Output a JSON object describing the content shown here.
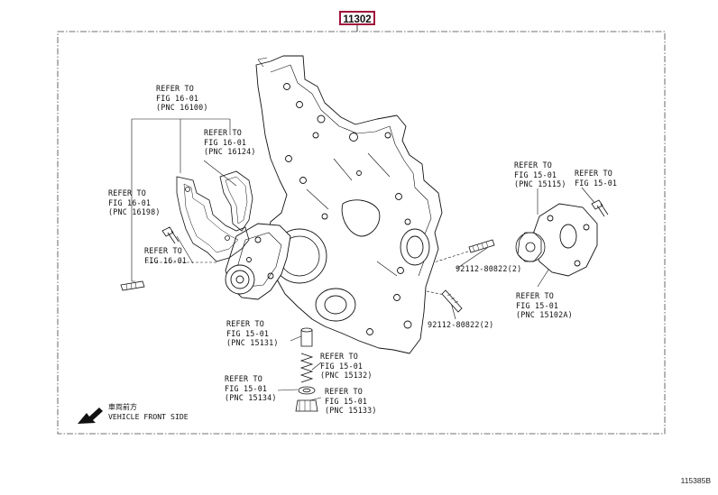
{
  "main_part_number": "11302",
  "figure_id": "115385B",
  "orientation": {
    "jp": "車両前方",
    "en": "VEHICLE FRONT SIDE"
  },
  "callouts": [
    {
      "id": "c1",
      "l1": "REFER TO",
      "l2": "FIG 16-01",
      "l3": "(PNC 16100)"
    },
    {
      "id": "c2",
      "l1": "REFER TO",
      "l2": "FIG 16-01",
      "l3": "(PNC 16124)"
    },
    {
      "id": "c3",
      "l1": "REFER TO",
      "l2": "FIG 16-01",
      "l3": "(PNC 16198)"
    },
    {
      "id": "c4",
      "l1": "REFER TO",
      "l2": "FIG 16-01",
      "l3": ""
    },
    {
      "id": "c5",
      "l1": "REFER TO",
      "l2": "FIG 15-01",
      "l3": "(PNC 15115)"
    },
    {
      "id": "c6",
      "l1": "REFER TO",
      "l2": "FIG 15-01",
      "l3": ""
    },
    {
      "id": "c7",
      "l1": "REFER TO",
      "l2": "FIG 15-01",
      "l3": "(PNC 15102A)"
    },
    {
      "id": "c8",
      "l1": "REFER TO",
      "l2": "FIG 15-01",
      "l3": "(PNC 15131)"
    },
    {
      "id": "c9",
      "l1": "REFER TO",
      "l2": "FIG 15-01",
      "l3": "(PNC 15132)"
    },
    {
      "id": "c10",
      "l1": "REFER TO",
      "l2": "FIG 15-01",
      "l3": "(PNC 15134)"
    },
    {
      "id": "c11",
      "l1": "REFER TO",
      "l2": "FIG 15-01",
      "l3": "(PNC 15133)"
    }
  ],
  "stud_parts": [
    {
      "id": "s1",
      "label": "92112-80822(2)"
    },
    {
      "id": "s2",
      "label": "92112-80822(2)"
    }
  ],
  "colors": {
    "line": "#111111",
    "frame": "#444444",
    "part_box": "#a0123a"
  }
}
